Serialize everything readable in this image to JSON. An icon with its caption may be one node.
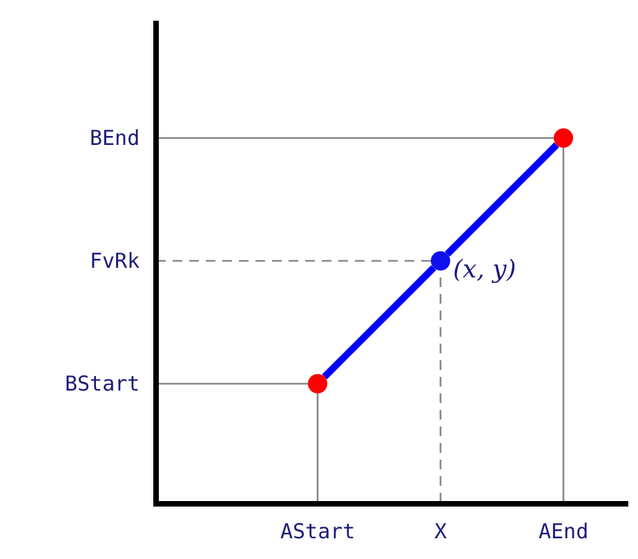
{
  "diagram": {
    "nodes": [
      {
        "text": [],
        "shape": "circle"
      },
      {
        "text": [],
        "shape": "circle",
        "beside": [
          "(x, y)"
        ]
      },
      {
        "text": [],
        "shape": "circle"
      }
    ],
    "edges": [
      {
        "from": 0,
        "to": 1,
        "arrow": "none"
      },
      {
        "from": 1,
        "to": 2,
        "arrow": "none"
      }
    ],
    "labels": [
      "BEnd",
      "FvRk",
      "BStart",
      "AStart",
      "X",
      "AEnd"
    ]
  }
}
